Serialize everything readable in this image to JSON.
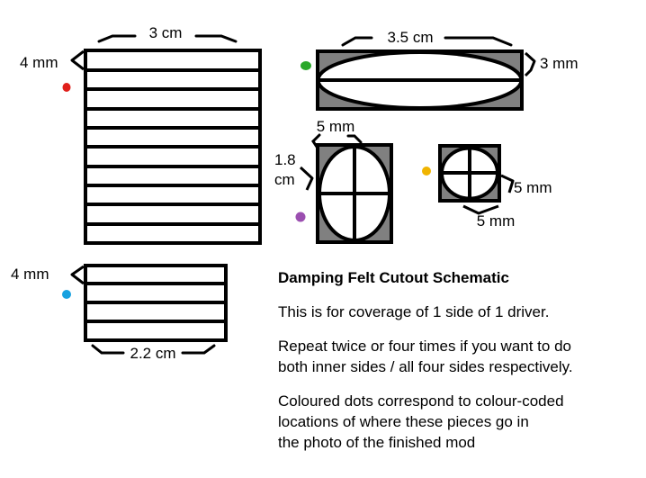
{
  "colors": {
    "stroke": "#000000",
    "fill_grey": "#808080",
    "dot_red": "#e0201b",
    "dot_green": "#2aa82a",
    "dot_purple": "#9b4fb0",
    "dot_yellow": "#f0b400",
    "dot_blue": "#17a1e0"
  },
  "pieces": {
    "red_strips": {
      "width_label": "3 cm",
      "height_label": "4 mm"
    },
    "green_slot": {
      "width_label": "3.5 cm",
      "height_label": "3 mm"
    },
    "purple_cross": {
      "width_label": "5 mm",
      "height_label_line1": "1.8",
      "height_label_line2": "cm"
    },
    "yellow_cross": {
      "width_label": "5 mm",
      "height_label": "5 mm"
    },
    "blue_strips": {
      "height_label": "4 mm",
      "width_label": "2.2 cm"
    }
  },
  "notes": {
    "title": "Damping Felt Cutout Schematic",
    "line1": "This is for coverage of 1 side of 1 driver.",
    "line2": "Repeat twice or four times if you want to do\nboth inner sides / all four sides respectively.",
    "line3": "Coloured dots correspond to colour-coded\nlocations of where these pieces go in\nthe photo of the finished mod"
  }
}
